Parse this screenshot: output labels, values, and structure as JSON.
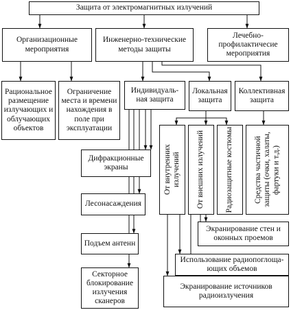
{
  "nodes": {
    "root": "Защита от электромагнитных излучений",
    "org": "Организационные мероприятия",
    "eng": "Инженерно-технические методы защиты",
    "med": "Лечебно-профилактичесие мероприятия",
    "placement": "Рациональное размещение излучающих и облучающих объектов",
    "limit": "Ограничение места и времени нахождения в поле при эксплуатации",
    "individual": "Индивидуаль-ная защита",
    "local": "Локальная защита",
    "collective": "Коллективная защита",
    "internal": "От внутренних излучений",
    "external": "От внешних излучений",
    "suits": "Радиозащитные костюмы",
    "partial": "Средства частичной защиты (очки, халаты, фартуки и т.д.)",
    "diffraction": "Дифракционные экраны",
    "forest": "Лесонасаждения",
    "antenna": "Подъем антенн",
    "sector": "Секторное блокирование излучения сканеров",
    "walls": "Экранирование стен и оконных проемов",
    "absorb": "Использование радиопоглоща-ющих объемов",
    "sources": "Экранирование источников радиоизлучения"
  }
}
